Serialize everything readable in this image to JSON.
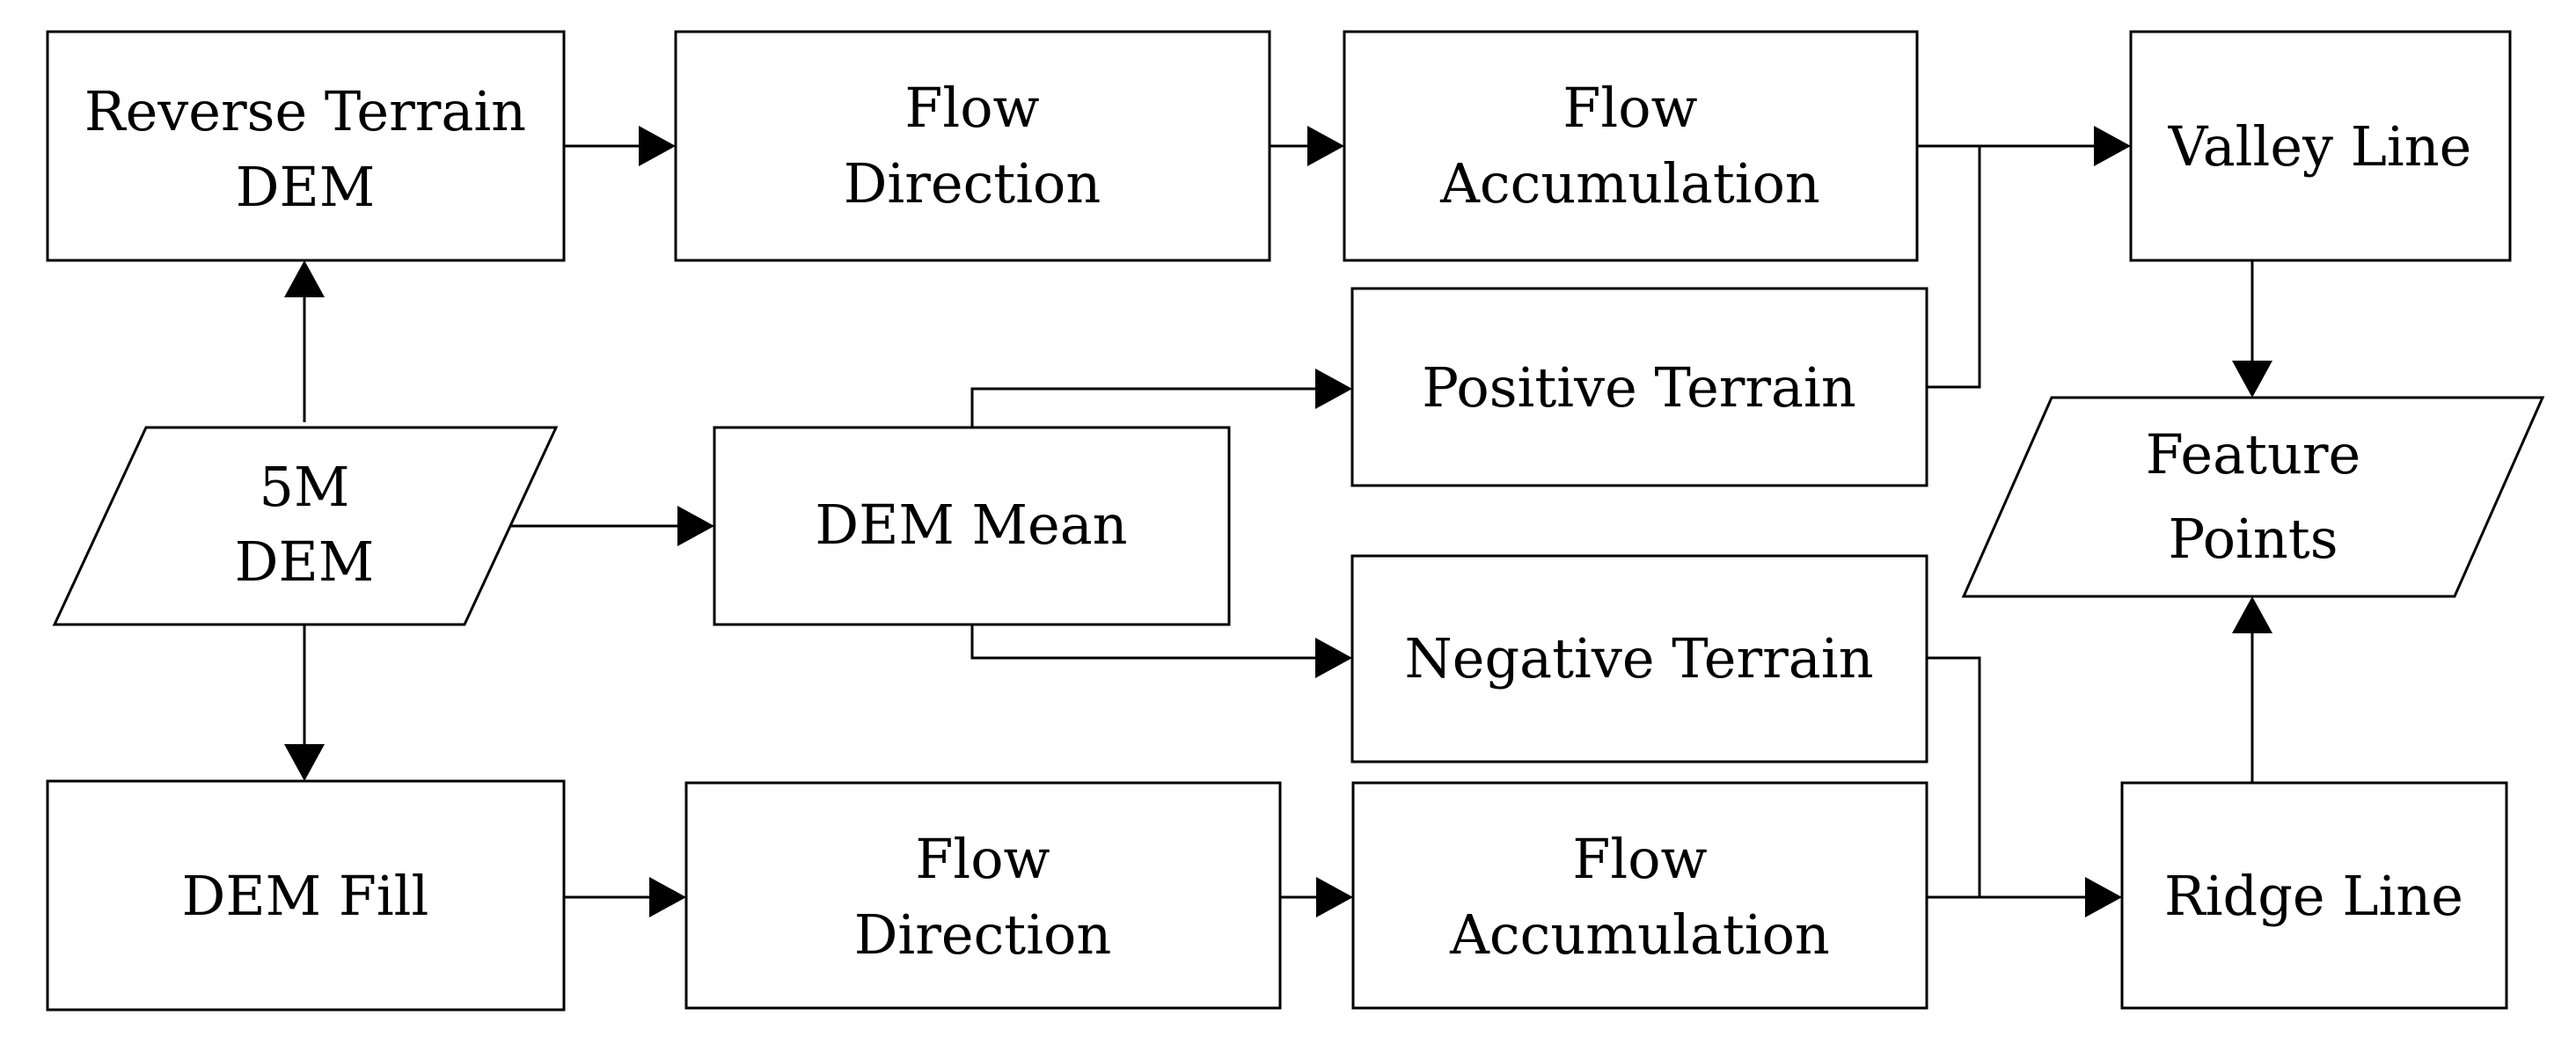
{
  "nodes": {
    "input_dem": {
      "shape": "parallelogram",
      "lines": [
        "5M",
        "DEM"
      ]
    },
    "reverse_terrain_dem": {
      "shape": "rectangle",
      "lines": [
        "Reverse Terrain",
        "DEM"
      ]
    },
    "flow_direction_top": {
      "shape": "rectangle",
      "lines": [
        "Flow",
        "Direction"
      ]
    },
    "flow_accumulation_top": {
      "shape": "rectangle",
      "lines": [
        "Flow",
        "Accumulation"
      ]
    },
    "valley_line": {
      "shape": "rectangle",
      "lines": [
        "Valley Line"
      ]
    },
    "positive_terrain": {
      "shape": "rectangle",
      "lines": [
        "Positive Terrain"
      ]
    },
    "dem_mean": {
      "shape": "rectangle",
      "lines": [
        "DEM Mean"
      ]
    },
    "negative_terrain": {
      "shape": "rectangle",
      "lines": [
        "Negative Terrain"
      ]
    },
    "feature_points": {
      "shape": "parallelogram",
      "lines": [
        "Feature",
        "Points"
      ]
    },
    "dem_fill": {
      "shape": "rectangle",
      "lines": [
        "DEM Fill"
      ]
    },
    "flow_direction_bottom": {
      "shape": "rectangle",
      "lines": [
        "Flow",
        "Direction"
      ]
    },
    "flow_accumulation_bottom": {
      "shape": "rectangle",
      "lines": [
        "Flow",
        "Accumulation"
      ]
    },
    "ridge_line": {
      "shape": "rectangle",
      "lines": [
        "Ridge Line"
      ]
    }
  },
  "edges": [
    {
      "from": "input_dem",
      "to": "reverse_terrain_dem"
    },
    {
      "from": "input_dem",
      "to": "dem_mean"
    },
    {
      "from": "input_dem",
      "to": "dem_fill"
    },
    {
      "from": "reverse_terrain_dem",
      "to": "flow_direction_top"
    },
    {
      "from": "flow_direction_top",
      "to": "flow_accumulation_top"
    },
    {
      "from": "flow_accumulation_top",
      "to": "valley_line"
    },
    {
      "from": "positive_terrain",
      "to": "valley_line"
    },
    {
      "from": "dem_mean",
      "to": "positive_terrain"
    },
    {
      "from": "dem_mean",
      "to": "negative_terrain"
    },
    {
      "from": "negative_terrain",
      "to": "ridge_line"
    },
    {
      "from": "dem_fill",
      "to": "flow_direction_bottom"
    },
    {
      "from": "flow_direction_bottom",
      "to": "flow_accumulation_bottom"
    },
    {
      "from": "flow_accumulation_bottom",
      "to": "ridge_line"
    },
    {
      "from": "valley_line",
      "to": "feature_points"
    },
    {
      "from": "ridge_line",
      "to": "feature_points"
    }
  ]
}
